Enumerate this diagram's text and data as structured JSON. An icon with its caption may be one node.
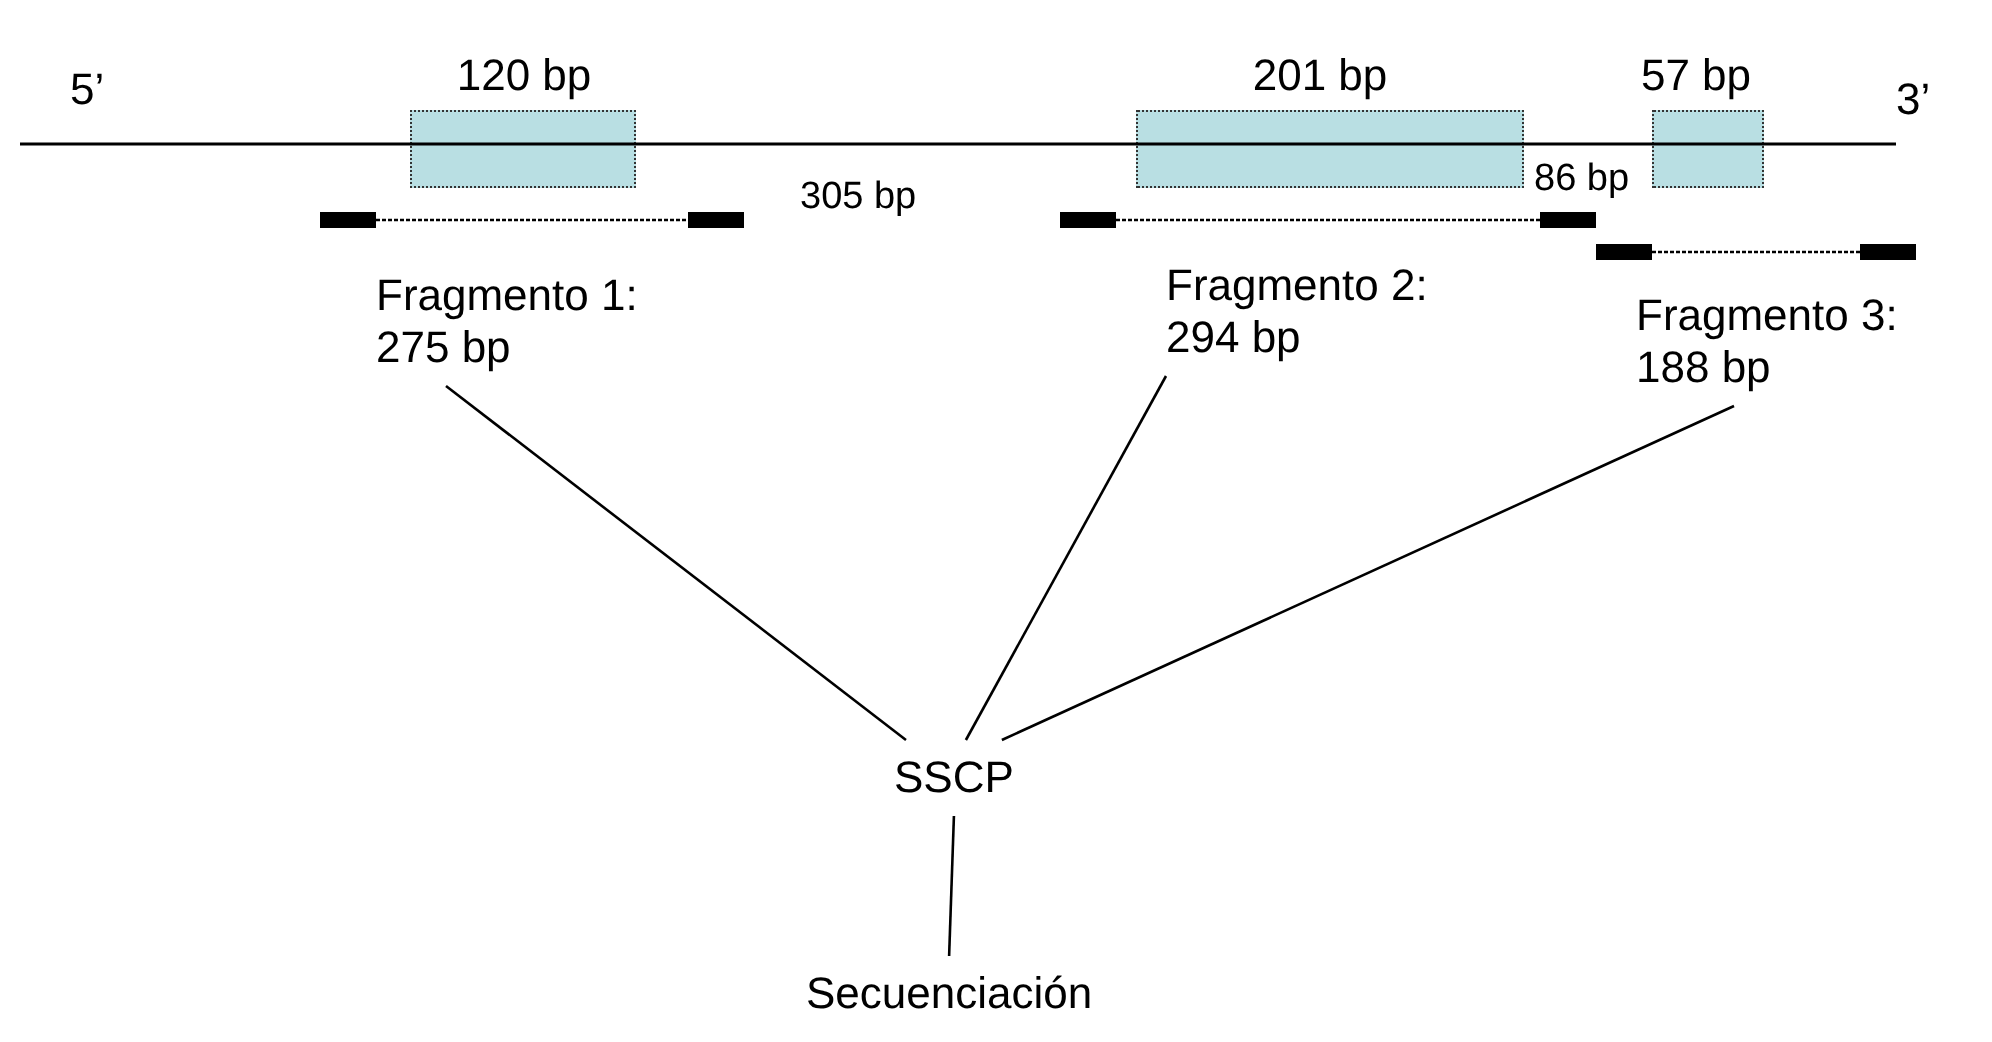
{
  "diagram": {
    "nodes": [
      {
        "text": [
          "120 bp"
        ]
      },
      {
        "text": [
          "201 bp"
        ]
      },
      {
        "text": [
          "57 bp"
        ]
      },
      {
        "text": [
          "Fragmento 1: 275 bp"
        ]
      },
      {
        "text": [
          "Fragmento 2: 294 bp"
        ]
      },
      {
        "text": [
          "Fragmento 3: 188 bp"
        ]
      },
      {
        "text": [
          "SSCP"
        ]
      },
      {
        "text": [
          "Secuenciación"
        ]
      }
    ],
    "edges": [
      {
        "from": 3,
        "to": 6,
        "arrow": "none"
      },
      {
        "from": 4,
        "to": 6,
        "arrow": "none"
      },
      {
        "from": 5,
        "to": 6,
        "arrow": "none"
      },
      {
        "from": 6,
        "to": 7,
        "arrow": "none"
      }
    ],
    "labels": [
      "5’",
      "3’",
      "305 bp",
      "86 bp"
    ]
  }
}
